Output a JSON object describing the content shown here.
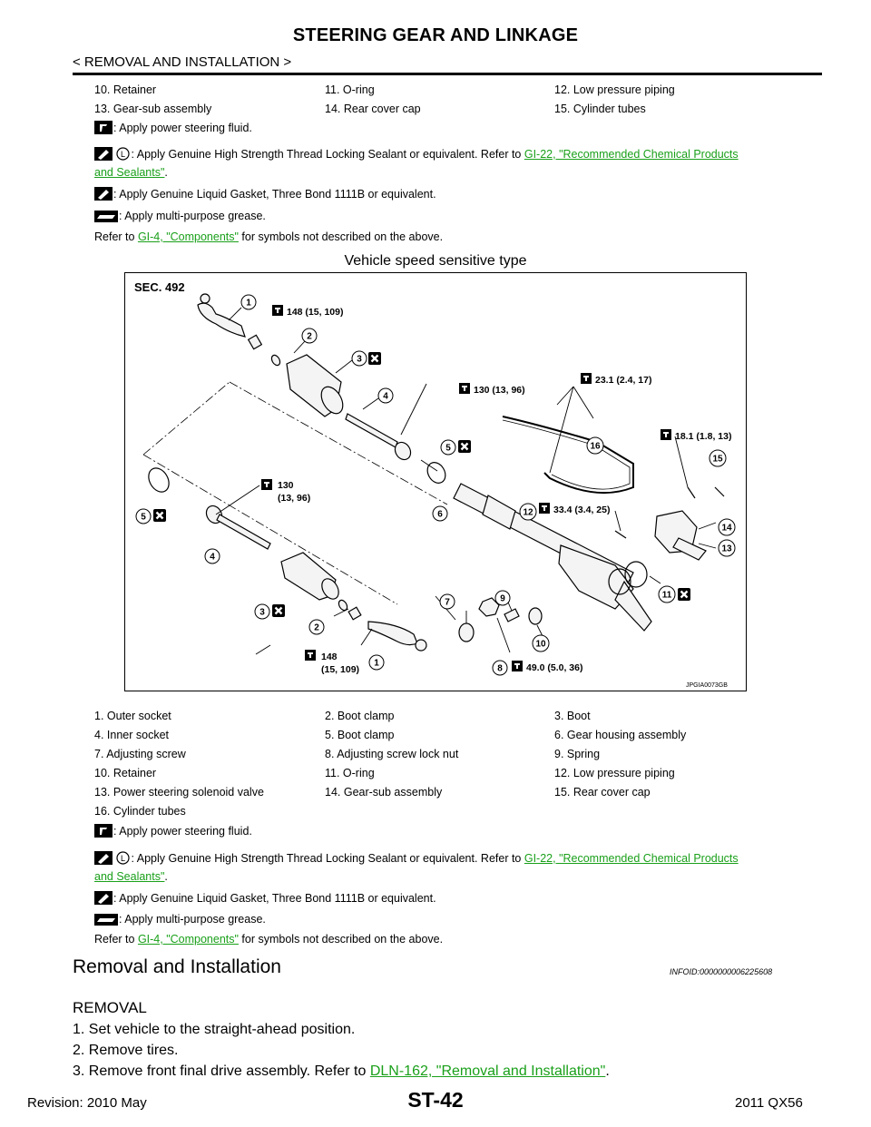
{
  "header": {
    "title": "STEERING GEAR AND LINKAGE",
    "section": "< REMOVAL AND INSTALLATION >"
  },
  "top_legend": [
    [
      "10.   Retainer",
      "11.   O-ring",
      "12.   Low pressure piping"
    ],
    [
      "13.   Gear-sub assembly",
      "14.   Rear cover cap",
      "15.   Cylinder tubes"
    ]
  ],
  "notes_top": {
    "fluid": ": Apply power steering fluid.",
    "sealant_a": ": Apply Genuine High Strength Thread Locking Sealant or equivalent. Refer to ",
    "sealant_link_1": "GI-22, \"Recommended Chemical Products ",
    "sealant_link_2": "and Sealants\"",
    "sealant_end": ".",
    "gasket": ": Apply Genuine Liquid Gasket, Three Bond 1111B or equivalent.",
    "grease": ": Apply multi-purpose grease.",
    "refer_a": "Refer to ",
    "refer_link": "GI-4, \"Components\"",
    "refer_b": " for symbols not described on the above."
  },
  "diagram": {
    "caption": "Vehicle speed sensitive type",
    "sec": "SEC. 492",
    "code": "JPGIA0073GB",
    "torque_148_top": "148 (15, 109)",
    "torque_130_top": "130 (13, 96)",
    "torque_23": "23.1 (2.4, 17)",
    "torque_18": "18.1 (1.8, 13)",
    "torque_130_left_1": "130",
    "torque_130_left_2": "(13, 96)",
    "torque_33": "33.4 (3.4, 25)",
    "torque_148_bot_1": "148",
    "torque_148_bot_2": "(15, 109)",
    "torque_49": "49.0 (5.0, 36)",
    "callouts": [
      "1",
      "2",
      "3",
      "4",
      "5",
      "6",
      "7",
      "8",
      "9",
      "10",
      "11",
      "12",
      "13",
      "14",
      "15",
      "16"
    ]
  },
  "bottom_legend": [
    [
      "1.   Outer socket",
      "2.   Boot clamp",
      "3.   Boot"
    ],
    [
      "4.   Inner socket",
      "5.   Boot clamp",
      "6.   Gear housing assembly"
    ],
    [
      "7.   Adjusting screw",
      "8.   Adjusting screw lock nut",
      "9.   Spring"
    ],
    [
      "10.   Retainer",
      "11.   O-ring",
      "12.   Low pressure piping"
    ],
    [
      "13.   Power steering solenoid valve",
      "14.   Gear-sub assembly",
      "15.   Rear cover cap"
    ],
    [
      "16.   Cylinder tubes",
      "",
      ""
    ]
  ],
  "notes_bottom": {
    "fluid": ": Apply power steering fluid.",
    "sealant_a": ": Apply Genuine High Strength Thread Locking Sealant or equivalent. Refer to ",
    "sealant_link_1": "GI-22, \"Recommended Chemical Products ",
    "sealant_link_2": "and Sealants\"",
    "sealant_end": ".",
    "gasket": ": Apply Genuine Liquid Gasket, Three Bond 1111B or equivalent.",
    "grease": ": Apply multi-purpose grease.",
    "refer_a": "Refer to ",
    "refer_link": "GI-4, \"Components\"",
    "refer_b": " for symbols not described on the above."
  },
  "section": {
    "heading": "Removal and Installation",
    "id": "INFOID:0000000006225608",
    "sub": "REMOVAL",
    "steps": [
      "1.   Set vehicle to the straight-ahead position.",
      "2.   Remove tires.",
      "3.   Remove front final drive assembly. Refer to "
    ],
    "step3_link": "DLN-162, \"Removal and Installation\"",
    "step3_end": "."
  },
  "footer": {
    "revision": "Revision: 2010 May",
    "page": "ST-42",
    "model": "2011 QX56"
  }
}
